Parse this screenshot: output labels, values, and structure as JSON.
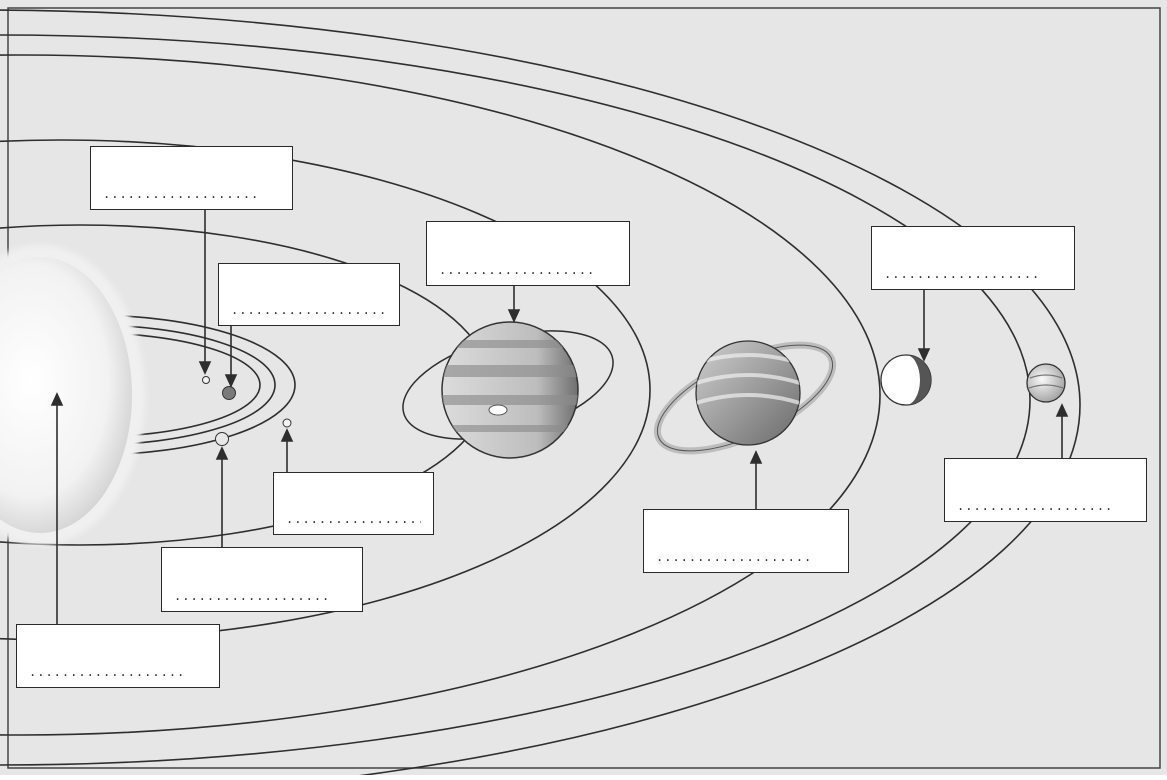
{
  "diagram": {
    "background": "#e6e6e6",
    "orbit_color": "#2e2e2e",
    "frame_color": "#444444",
    "answer_blanks": [
      {
        "id": "sun",
        "placeholder": "..................."
      },
      {
        "id": "mercury",
        "placeholder": "..................."
      },
      {
        "id": "venus",
        "placeholder": "..................."
      },
      {
        "id": "earth",
        "placeholder": "..................."
      },
      {
        "id": "mars",
        "placeholder": "..................."
      },
      {
        "id": "jupiter",
        "placeholder": "..................."
      },
      {
        "id": "saturn",
        "placeholder": "..................."
      },
      {
        "id": "uranus",
        "placeholder": "..................."
      },
      {
        "id": "neptune",
        "placeholder": "..................."
      }
    ],
    "bodies": [
      {
        "name": "sun",
        "icon": "sun-icon"
      },
      {
        "name": "mercury",
        "icon": "planet-icon"
      },
      {
        "name": "venus",
        "icon": "planet-icon"
      },
      {
        "name": "earth",
        "icon": "planet-icon"
      },
      {
        "name": "mars",
        "icon": "planet-icon"
      },
      {
        "name": "jupiter",
        "icon": "planet-icon"
      },
      {
        "name": "saturn",
        "icon": "ringed-planet-icon"
      },
      {
        "name": "uranus",
        "icon": "planet-icon"
      },
      {
        "name": "neptune",
        "icon": "planet-icon"
      }
    ]
  }
}
